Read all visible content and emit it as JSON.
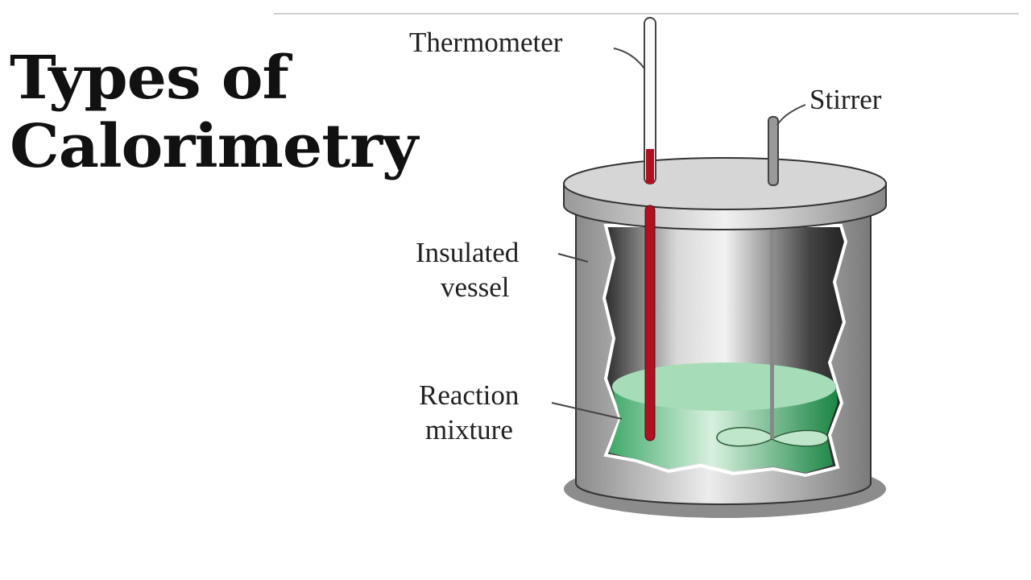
{
  "title": {
    "line1": "Types of",
    "line2": "Calorimetry"
  },
  "labels": {
    "thermometer": "Thermometer",
    "stirrer": "Stirrer",
    "insulated_1": "Insulated",
    "insulated_2": "vessel",
    "reaction_1": "Reaction",
    "reaction_2": "mixture"
  },
  "colors": {
    "liquid": "#3fae6a",
    "mercury": "#b01020",
    "metal": "#b5b5b5"
  }
}
